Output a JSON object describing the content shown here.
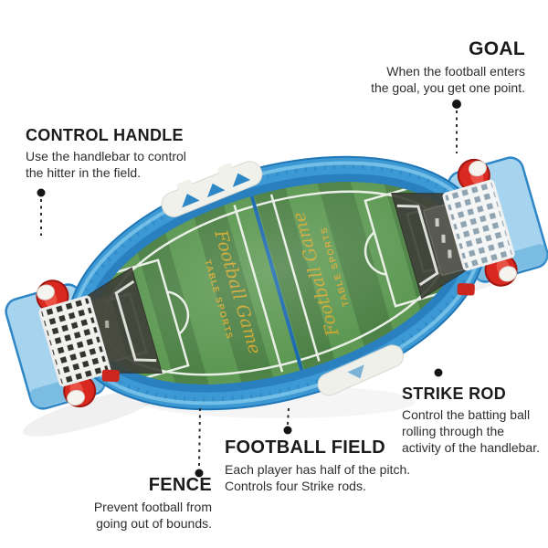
{
  "annotations": {
    "goal": {
      "title": "GOAL",
      "lines": [
        "When the football enters",
        "the goal, you get one point."
      ]
    },
    "control_handle": {
      "title": "CONTROL HANDLE",
      "lines": [
        "Use the handlebar to control",
        "the hitter in the field."
      ]
    },
    "strike_rod": {
      "title": "STRIKE ROD",
      "lines": [
        "Control the batting ball",
        "rolling through the",
        "activity of the handlebar."
      ]
    },
    "football_field": {
      "title": "FOOTBALL FIELD",
      "lines": [
        "Each player has half of the pitch.",
        "Controls four Strike rods."
      ]
    },
    "fence": {
      "title": "FENCE",
      "lines": [
        "Prevent football from",
        "going out of bounds."
      ]
    }
  },
  "table": {
    "field_text": {
      "line1": "Football Game",
      "line2": "TABLE SPORTS"
    },
    "colors": {
      "frame_blue": "#3d99d3",
      "frame_dark_blue": "#1f76b6",
      "platform_light_blue": "#a6d4ee",
      "field_green_dark": "#4c8145",
      "field_green_light": "#5c9852",
      "pitch_line_white": "#e9efe6",
      "center_line_blue": "#1a68b0",
      "handle_red": "#d8281f",
      "goal_net_white": "#f2f2ee",
      "field_text_gold": "#cfa52c"
    }
  }
}
